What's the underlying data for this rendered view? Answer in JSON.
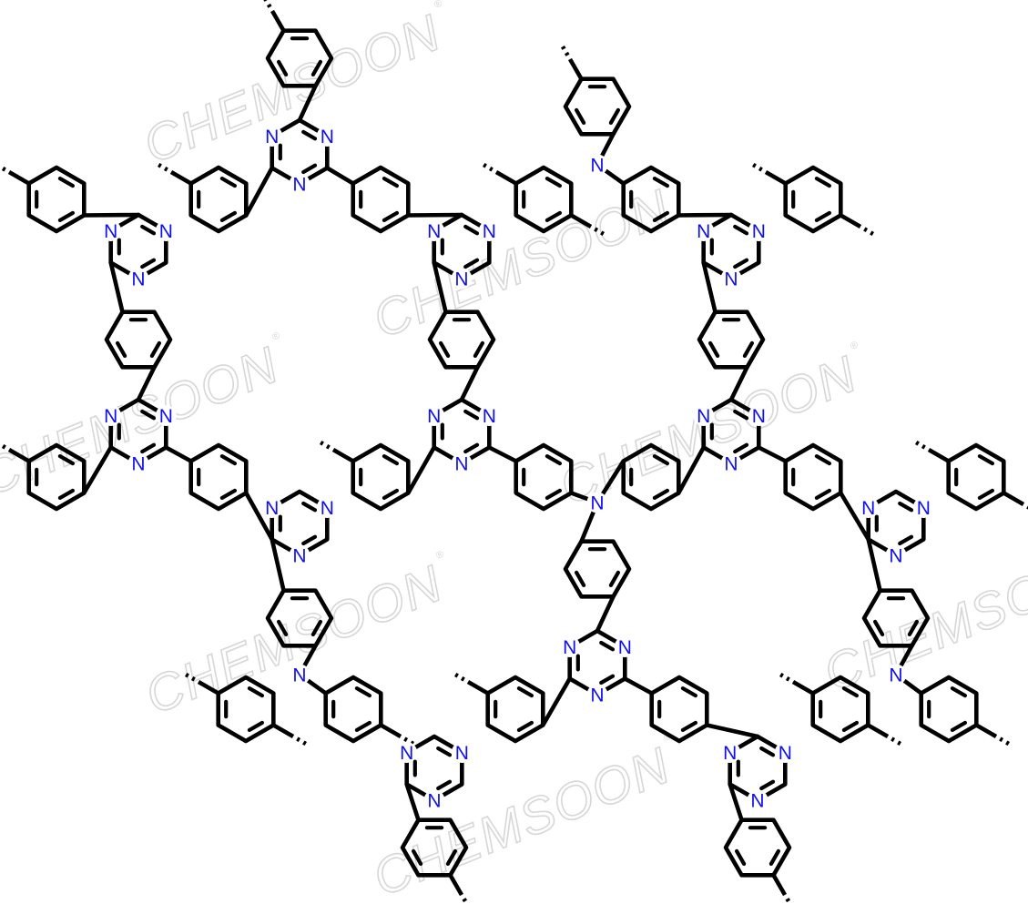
{
  "figure": {
    "watermark_text": "CHEMSOON",
    "watermark_mark": "®",
    "atom_label_nitrogen": "N",
    "colors": {
      "bond": "#000000",
      "nitrogen": "#1010ee",
      "watermark": "#d7d7d7",
      "background": "#ffffff"
    },
    "structure": {
      "framework": "2D hexagonal covalent organic framework",
      "nodes": [
        "1,3,5-triazine",
        "triphenylamine nitrogen"
      ],
      "linker": "1,4-phenylene",
      "continuation": "dashed bonds at the periphery"
    }
  }
}
